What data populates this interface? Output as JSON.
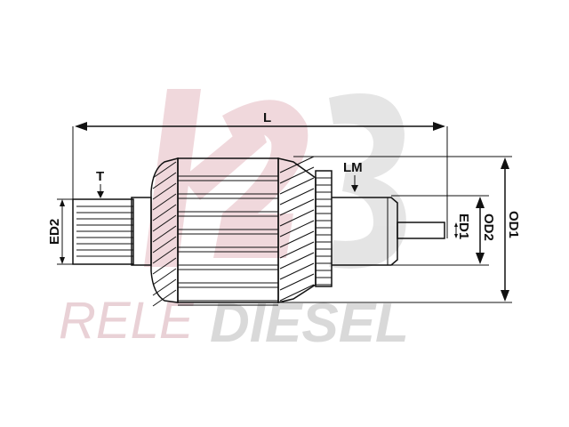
{
  "watermark": {
    "logo": "k23",
    "brand_left": "RELE",
    "brand_right": "DIESEL",
    "colors": {
      "pink": "#e7cdd2",
      "gray": "#d5d5d5"
    }
  },
  "dimensions": {
    "L": "L",
    "T": "T",
    "LM": "LM",
    "ED1": "ED1",
    "ED2": "ED2",
    "OD1": "OD1",
    "OD2": "OD2"
  }
}
